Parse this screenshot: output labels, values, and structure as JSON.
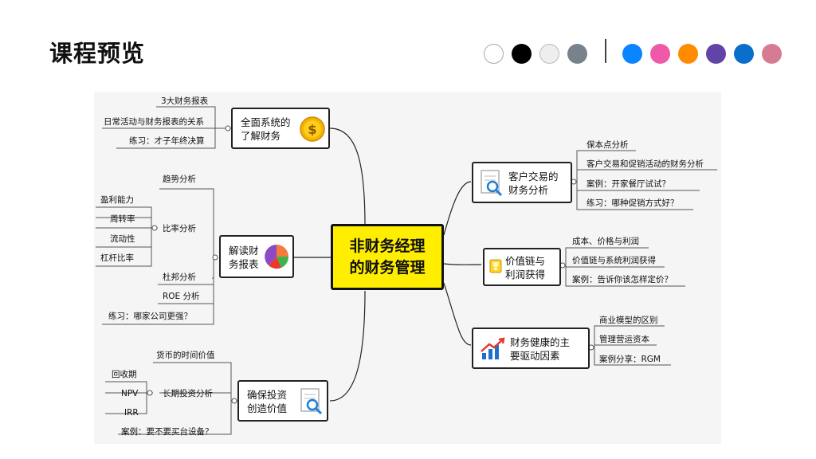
{
  "slide": {
    "title": "课程预览",
    "palette": [
      "#ffffff",
      "#000000",
      "#eeeeee",
      "#78828c",
      "#0a84ff",
      "#ee5aa8",
      "#ff8b00",
      "#6244a8",
      "#0a6fcc",
      "#d67c92"
    ]
  },
  "mindmap": {
    "center": {
      "line1": "非财务经理",
      "line2": "的财务管理"
    },
    "branches": {
      "b1": {
        "line1": "全面系统的",
        "line2": "了解财务",
        "icon": "dollar-coin-icon",
        "leaves": [
          "3大财务报表",
          "日常活动与财务报表的关系",
          "练习：才子年终决算"
        ]
      },
      "b2": {
        "line1": "解读财",
        "line2": "务报表",
        "icon": "pie-chart-icon",
        "leaves": [
          "趋势分析",
          "比率分析",
          "杜邦分析",
          "ROE 分析",
          "练习：哪家公司更强？"
        ],
        "ratio_leaves": [
          "盈利能力",
          "周转率",
          "流动性",
          "杠杆比率"
        ]
      },
      "b3": {
        "line1": "确保投资",
        "line2": "创造价值",
        "icon": "document-search-icon",
        "leaves": [
          "货币的时间价值",
          "长期投资分析",
          "案例：要不要买台设备？"
        ],
        "invest_leaves": [
          "回收期",
          "NPV",
          "IRR"
        ]
      },
      "r1": {
        "line1": "客户交易的",
        "line2": "财务分析",
        "icon": "document-search-icon",
        "leaves": [
          "保本点分析",
          "客户交易和促销活动的财务分析",
          "案例：开家餐厅试试？",
          "练习：哪种促销方式好？"
        ]
      },
      "r2": {
        "line1": "价值链与",
        "line2": "利润获得",
        "icon": "trophy-icon",
        "leaves": [
          "成本、价格与利润",
          "价值链与系统利润获得",
          "案例：告诉你该怎样定价？"
        ]
      },
      "r3": {
        "line1": "财务健康的主",
        "line2": "要驱动因素",
        "icon": "growth-chart-icon",
        "leaves": [
          "商业模型的区别",
          "管理营运资本",
          "案例分享：RGM"
        ]
      }
    }
  }
}
